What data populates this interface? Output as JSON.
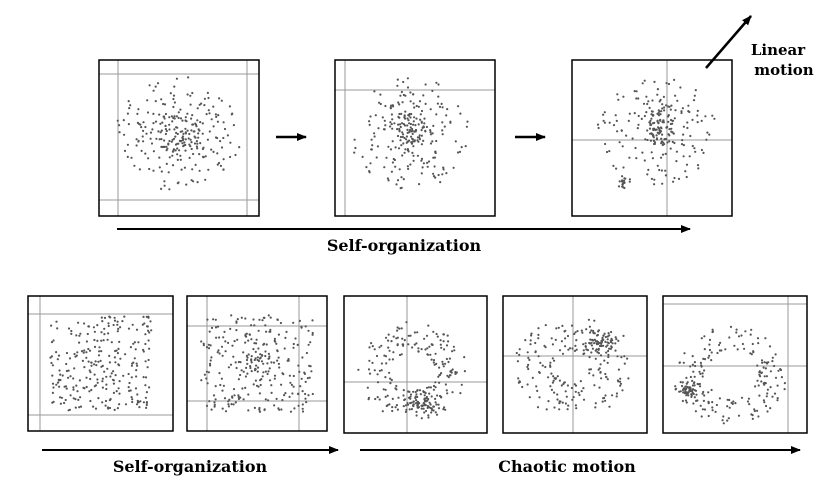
{
  "labels": {
    "top_axis": "Self-organization",
    "bottom_left_axis": "Self-organization",
    "bottom_right_axis": "Chaotic motion",
    "linear_motion_line1": "Linear",
    "linear_motion_line2": "motion"
  },
  "colors": {
    "frame": "#000000",
    "grid_line": "#9a9a9a",
    "dot": "#555555",
    "arrow": "#000000"
  },
  "frames": [
    {
      "name": "frame-top-1"
    },
    {
      "name": "frame-top-2"
    },
    {
      "name": "frame-top-3"
    },
    {
      "name": "frame-bottom-1"
    },
    {
      "name": "frame-bottom-2"
    },
    {
      "name": "frame-bottom-3"
    },
    {
      "name": "frame-bottom-4"
    },
    {
      "name": "frame-bottom-5"
    }
  ]
}
